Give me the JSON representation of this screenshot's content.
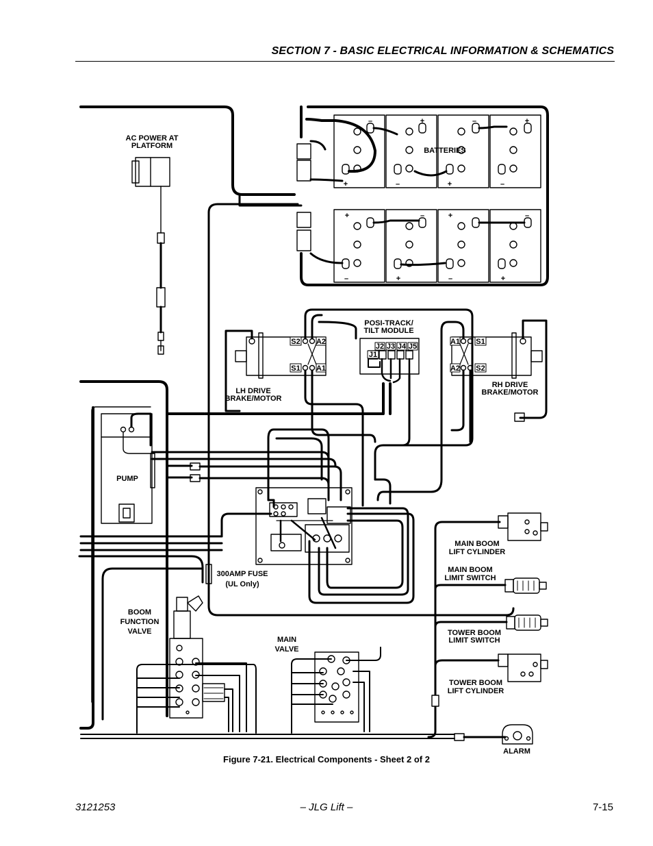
{
  "header": {
    "title": "SECTION 7 - BASIC ELECTRICAL INFORMATION & SCHEMATICS"
  },
  "labels": {
    "ac_power_1": "AC POWER AT",
    "ac_power_2": "PLATFORM",
    "batteries": "BATTERIES",
    "posi_1": "POSI-TRACK/",
    "posi_2": "TILT MODULE",
    "lh_1": "LH DRIVE",
    "lh_2": "BRAKE/MOTOR",
    "rh_1": "RH DRIVE",
    "rh_2": "BRAKE/MOTOR",
    "pump": "PUMP",
    "fuse_1": "300AMP FUSE",
    "fuse_2": "(UL Only)",
    "boom_valve_1": "BOOM",
    "boom_valve_2": "FUNCTION",
    "boom_valve_3": "VALVE",
    "main_valve_1": "MAIN",
    "main_valve_2": "VALVE",
    "mb_lift_1": "MAIN BOOM",
    "mb_lift_2": "LIFT CYLINDER",
    "mb_limit_1": "MAIN BOOM",
    "mb_limit_2": "LIMIT SWITCH",
    "tb_limit_1": "TOWER BOOM",
    "tb_limit_2": "LIMIT SWITCH",
    "tb_lift_1": "TOWER BOOM",
    "tb_lift_2": "LIFT CYLINDER",
    "alarm": "ALARM",
    "plus": "+",
    "minus": "–",
    "s1": "S1",
    "s2": "S2",
    "a1": "A1",
    "a2": "A2",
    "j1": "J1",
    "j2": "J2",
    "j3": "J3",
    "j4": "J4",
    "j5": "J5"
  },
  "caption": "Figure 7-21.  Electrical Components - Sheet 2 of 2",
  "footer": {
    "doc_number": "3121253",
    "center": "– JLG Lift –",
    "page": "7-15"
  }
}
